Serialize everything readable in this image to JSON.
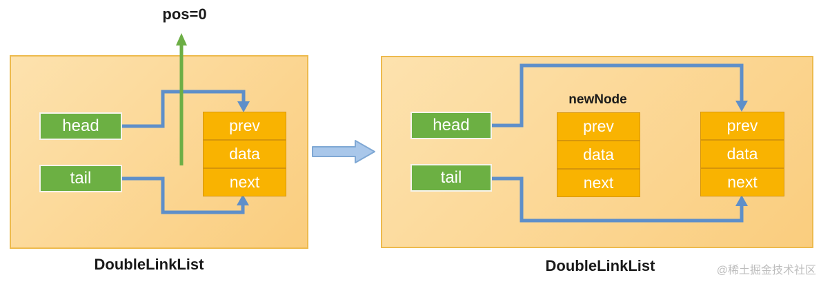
{
  "colors": {
    "panel_bg_top": "#FDE2AE",
    "panel_bg_bottom": "#FACD7E",
    "panel_border": "#EDBA4D",
    "node_cell": "#F9B301",
    "node_border": "#D6950A",
    "box_green": "#6CB043",
    "connector_blue": "#5E8FC9",
    "pointer_green": "#6CAE45",
    "transition_fill": "#A9C7EA",
    "transition_stroke": "#7FA8D4",
    "label_text": "#1A1A1A",
    "watermark": "#BDBDBD"
  },
  "left_panel": {
    "title": "DoubleLinkList",
    "pos_label": "pos=0",
    "head_label": "head",
    "tail_label": "tail",
    "node": {
      "cells": [
        "prev",
        "data",
        "next"
      ]
    }
  },
  "right_panel": {
    "title": "DoubleLinkList",
    "new_node_label": "newNode",
    "head_label": "head",
    "tail_label": "tail",
    "new_node": {
      "cells": [
        "prev",
        "data",
        "next"
      ]
    },
    "node": {
      "cells": [
        "prev",
        "data",
        "next"
      ]
    }
  },
  "watermark": "@稀土掘金技术社区"
}
